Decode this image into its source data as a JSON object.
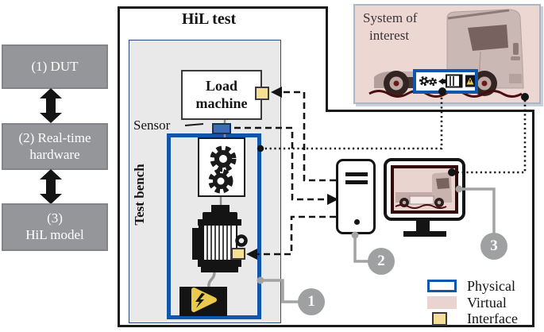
{
  "left_panel": {
    "box1": {
      "line1": "(1) DUT"
    },
    "box2": {
      "line1": "(2) Real-time",
      "line2": "hardware"
    },
    "box3": {
      "line1": "(3)",
      "line2": "HiL model"
    }
  },
  "hil_test": {
    "title": "HiL test",
    "test_bench_label": "Test bench",
    "load_machine": {
      "line1": "Load",
      "line2": "machine"
    },
    "sensor_label": "Sensor"
  },
  "system_of_interest": {
    "line1": "System of",
    "line2": "interest"
  },
  "callouts": {
    "c1": "1",
    "c2": "2",
    "c3": "3"
  },
  "legend": {
    "physical": "Physical",
    "virtual": "Virtual",
    "interface": "Interface"
  },
  "icons": {
    "gear": "⚙",
    "high_voltage": "⚡",
    "warning": "⚠",
    "bidirectional_arrow": "⬍"
  },
  "colors": {
    "physical_blue": "#1156ad",
    "virtual_pink": "#e9d4d2",
    "interface_yellow": "#f4df94",
    "hardware_box_gray": "#94969a",
    "callout_gray": "#9fa0a2",
    "bench_panel_gray": "#e9e9e9",
    "sensor_blue": "#3d6db5",
    "ground_dark_red": "#4a0d0d",
    "line_black": "#141414"
  }
}
